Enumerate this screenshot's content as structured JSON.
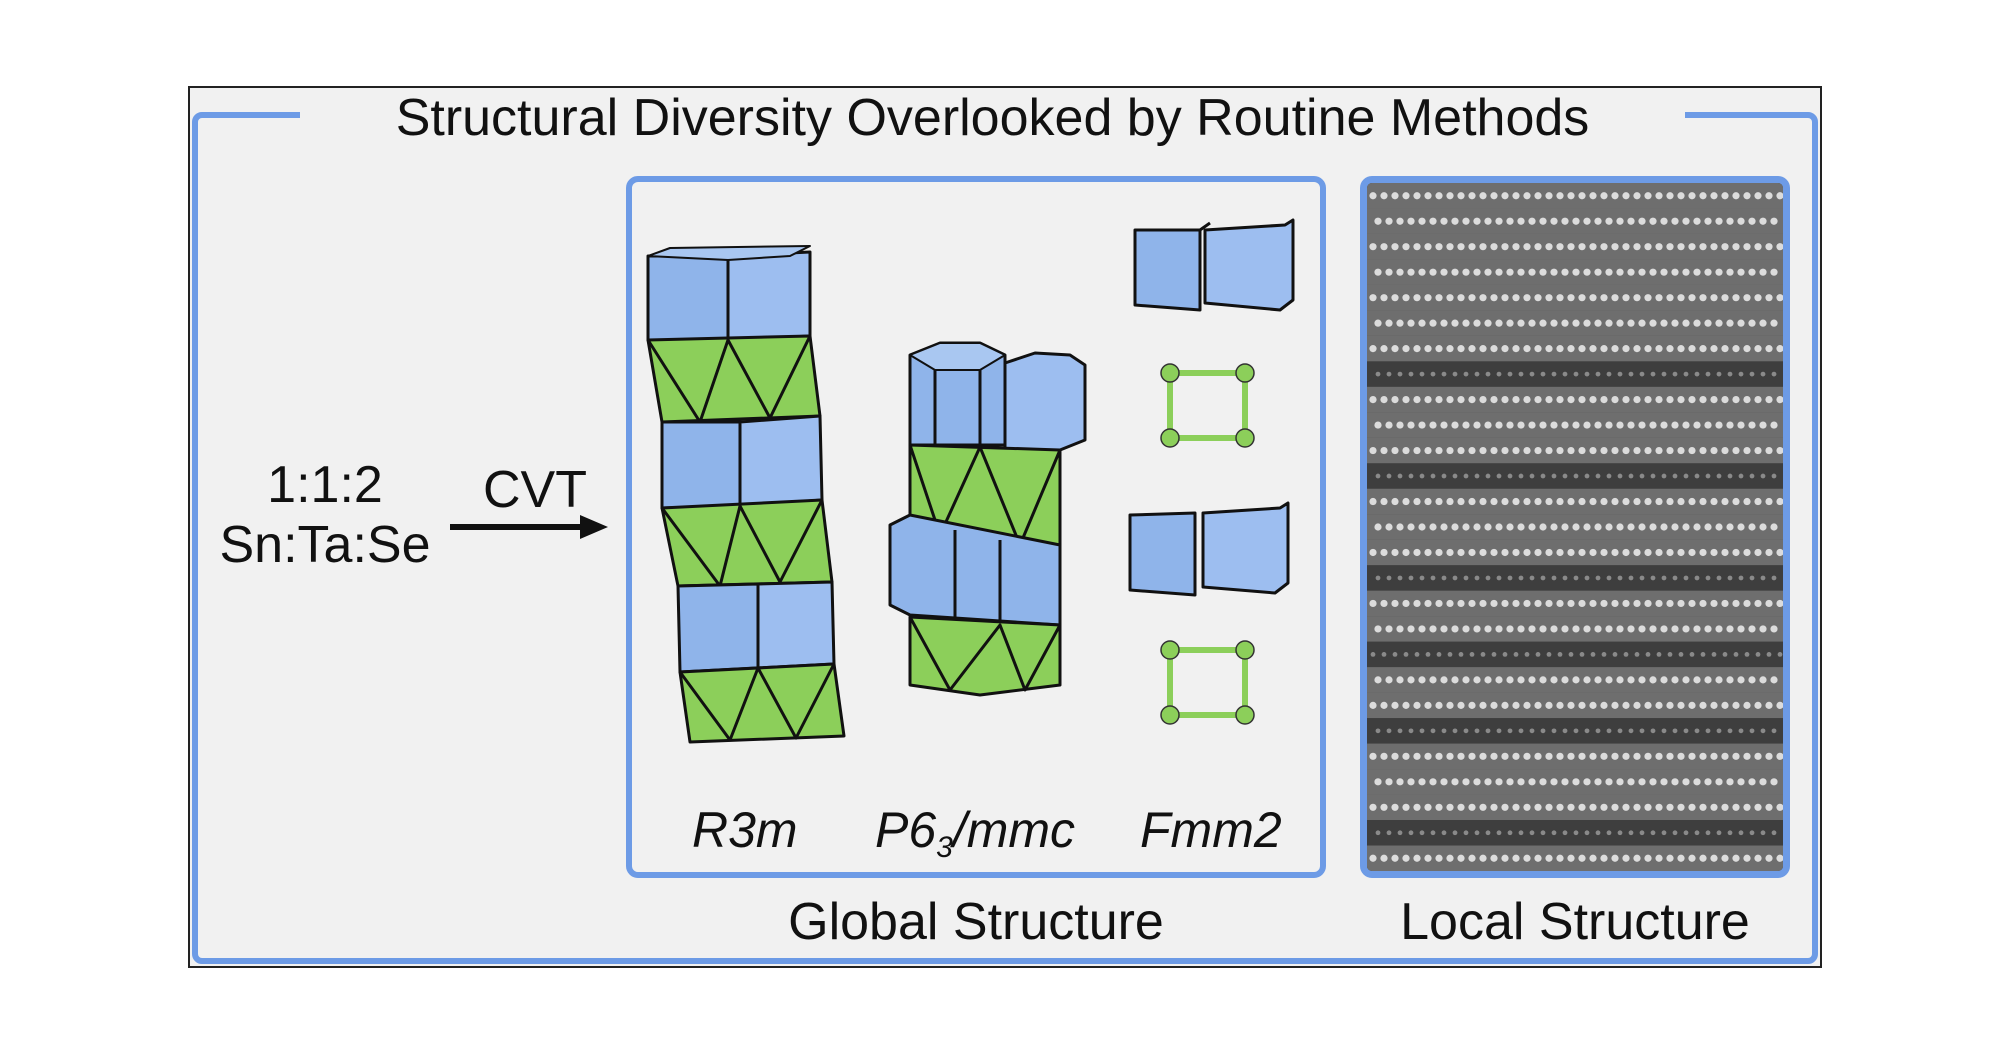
{
  "title": "Structural Diversity Overlooked by Routine Methods",
  "reaction": {
    "ratio": "1:1:2",
    "elements": "Sn:Ta:Se",
    "method": "CVT",
    "arrow_icon": "right-arrow-icon"
  },
  "global_structure": {
    "caption": "Global Structure",
    "space_groups": [
      {
        "prefix": "R3m",
        "subscript": "",
        "suffix": ""
      },
      {
        "prefix": "P6",
        "subscript": "3",
        "suffix": "/mmc"
      },
      {
        "prefix": "Fmm2",
        "subscript": "",
        "suffix": ""
      }
    ]
  },
  "local_structure": {
    "caption": "Local Structure"
  },
  "colors": {
    "frame_blue": "#6d9be6",
    "polyhedron_blue": "#8fb4ea",
    "polyhedron_green": "#8ccf5a",
    "background": "#f1f1f1"
  }
}
